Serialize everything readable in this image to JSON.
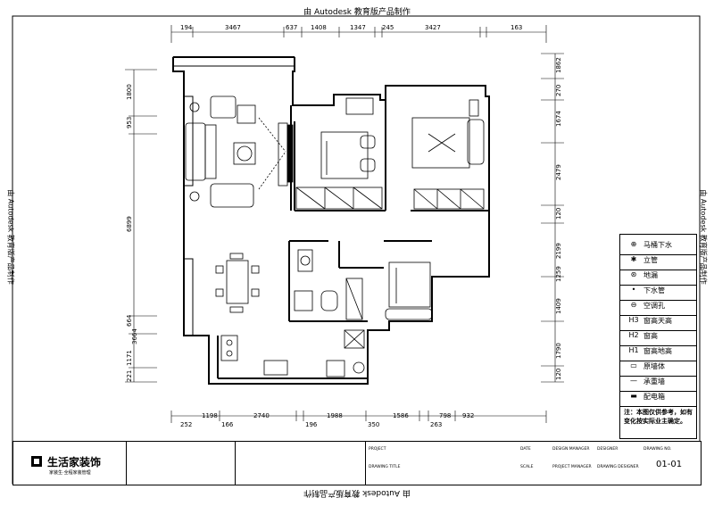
{
  "watermark": {
    "top": "由 Autodesk 教育版产品制作",
    "bottom": "由 Autodesk 教育版产品制作",
    "left": "由 Autodesk 教育版产品制作",
    "right": "由 Autodesk 教育版产品制作"
  },
  "dimensions": {
    "top": [
      "194",
      "3467",
      "637",
      "1408",
      "1347",
      "245",
      "3427",
      "163"
    ],
    "bottom": [
      "252",
      "1198",
      "166",
      "2740",
      "196",
      "1988",
      "350",
      "1586",
      "263",
      "798",
      "932"
    ],
    "left": [
      "1800",
      "953",
      "6899",
      "664",
      "3664",
      "1171",
      "221"
    ],
    "right": [
      "1862",
      "270",
      "1674",
      "2479",
      "120",
      "2199",
      "1259",
      "1409",
      "1790",
      "120"
    ]
  },
  "legend": {
    "items": [
      {
        "symbol": "⊕",
        "label": "马桶下水"
      },
      {
        "symbol": "✱",
        "label": "立管"
      },
      {
        "symbol": "⊛",
        "label": "地漏"
      },
      {
        "symbol": "•",
        "label": "下水管"
      },
      {
        "symbol": "⊖",
        "label": "空调孔"
      },
      {
        "symbol": "H3",
        "label": "窗高天高"
      },
      {
        "symbol": "H2",
        "label": "窗高"
      },
      {
        "symbol": "H1",
        "label": "窗高地高"
      },
      {
        "symbol": "▭",
        "label": "原墙体"
      },
      {
        "symbol": "—",
        "label": "承重墙"
      },
      {
        "symbol": "▬",
        "label": "配电箱"
      }
    ],
    "note": "注：本图仅供参考，如有变化按实际业主确定。"
  },
  "title_block": {
    "company": "生活家装饰",
    "company_sub": "家装生·全程家装管理",
    "labels": {
      "project": "PROJECT",
      "drawing_title": "DRAWING TITLE",
      "date": "DATE",
      "scale": "SCALE",
      "design_manager": "DESIGN MANAGER",
      "project_manager": "PROJECT MANAGER",
      "designer": "DESIGNER",
      "drawing_designer": "DRAWING DESIGNER",
      "drawing_no": "DRAWING NO."
    },
    "sheet_number": "01-01"
  }
}
